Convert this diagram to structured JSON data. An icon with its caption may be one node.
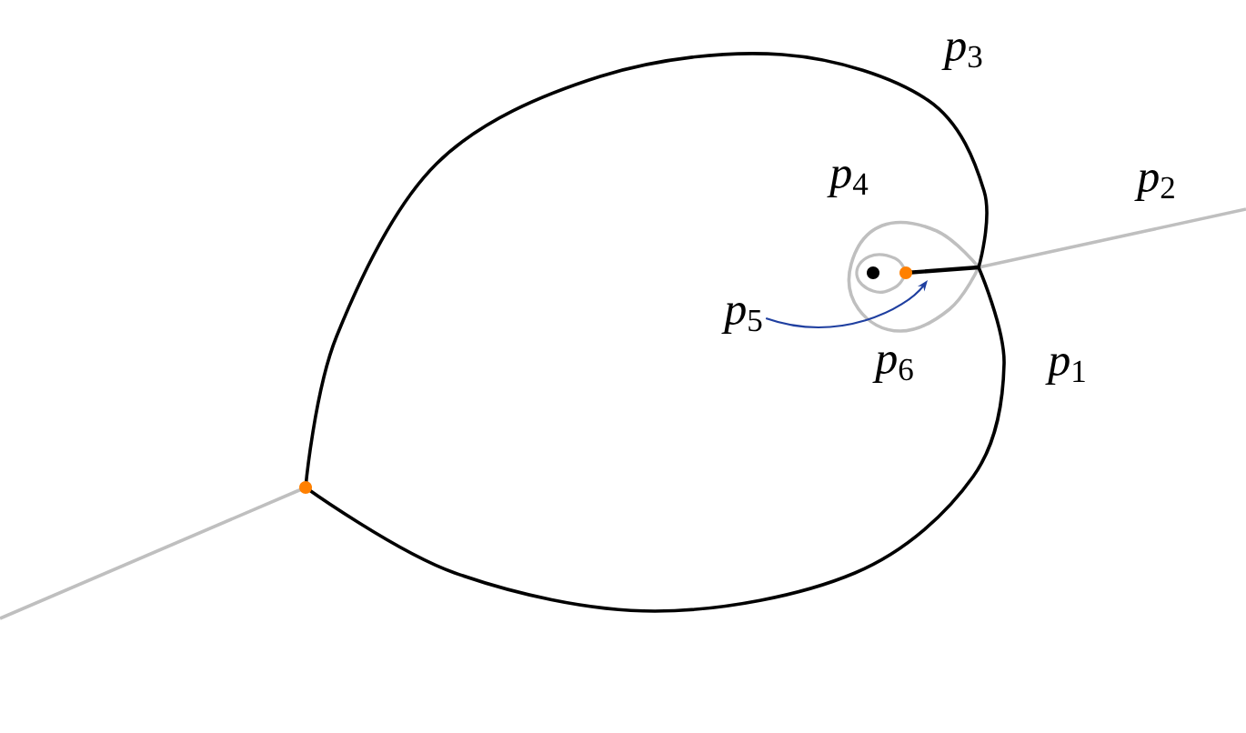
{
  "diagram": {
    "nodes": [
      {
        "text": [
          "*p*$_{5}$"
        ]
      },
      {
        "text": [],
        "shape": "circle"
      }
    ],
    "edges": [
      {
        "from": 0,
        "to": 1,
        "arrow": "to",
        "color": "#1f3fa0"
      }
    ],
    "labels": [
      "*p*$_{3}$",
      "*p*$_{4}$",
      "*p*$_{2}$",
      "*p*$_{6}$",
      "*p*$_{1}$"
    ]
  }
}
